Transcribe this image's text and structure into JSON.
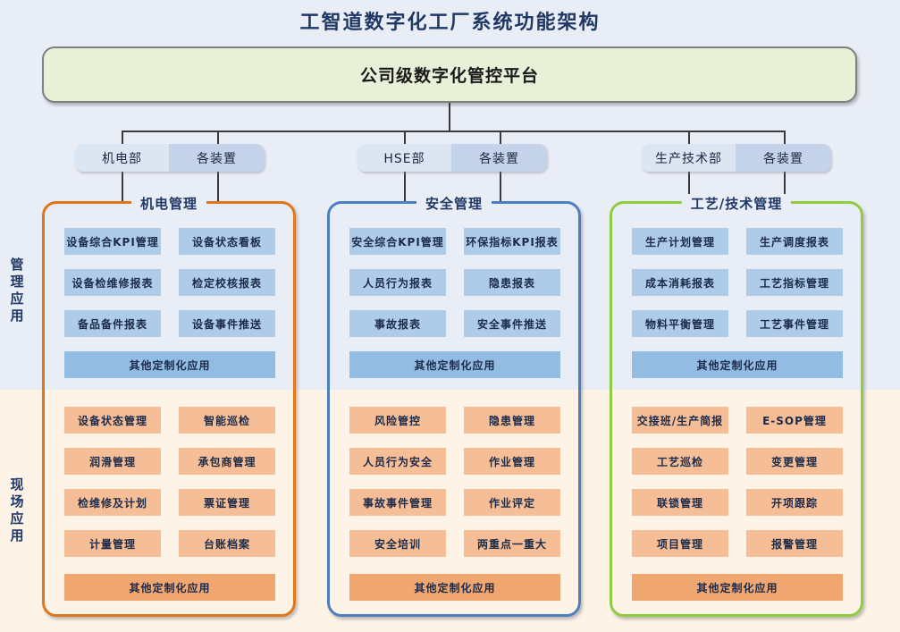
{
  "title": "工智道数字化工厂系统功能架构",
  "platform": {
    "label": "公司级数字化管控平台"
  },
  "side_labels": {
    "management": "管理应用",
    "field": "现场应用"
  },
  "departments": [
    {
      "name": "机电部",
      "devices": "各装置"
    },
    {
      "name": "HSE部",
      "devices": "各装置"
    },
    {
      "name": "生产技术部",
      "devices": "各装置"
    }
  ],
  "columns": [
    {
      "header": "机电管理",
      "accent": "#E0761B",
      "management_apps": [
        "设备综合KPI管理",
        "设备状态看板",
        "设备检维修报表",
        "检定校核报表",
        "备品备件报表",
        "设备事件推送"
      ],
      "management_other": "其他定制化应用",
      "field_apps": [
        "设备状态管理",
        "智能巡检",
        "润滑管理",
        "承包商管理",
        "检维修及计划",
        "票证管理",
        "计量管理",
        "台账档案"
      ],
      "field_other": "其他定制化应用"
    },
    {
      "header": "安全管理",
      "accent": "#4C7EC0",
      "management_apps": [
        "安全综合KPI管理",
        "环保指标KPI报表",
        "人员行为报表",
        "隐患报表",
        "事故报表",
        "安全事件推送"
      ],
      "management_other": "其他定制化应用",
      "field_apps": [
        "风险管控",
        "隐患管理",
        "人员行为安全",
        "作业管理",
        "事故事件管理",
        "作业评定",
        "安全培训",
        "两重点一重大"
      ],
      "field_other": "其他定制化应用"
    },
    {
      "header": "工艺/技术管理",
      "accent": "#90CC3F",
      "management_apps": [
        "生产计划管理",
        "生产调度报表",
        "成本消耗报表",
        "工艺指标管理",
        "物料平衡管理",
        "工艺事件管理"
      ],
      "management_other": "其他定制化应用",
      "field_apps": [
        "交接班/生产简报",
        "E-SOP管理",
        "工艺巡检",
        "变更管理",
        "联锁管理",
        "开项跟踪",
        "项目管理",
        "报警管理"
      ],
      "field_other": "其他定制化应用"
    }
  ],
  "colors": {
    "band_top": "#E9EDF6",
    "band_bottom": "#FDF3E7",
    "title_text": "#1F3864",
    "platform_bg": "#E8F0D8",
    "platform_border": "#7F7F7F",
    "pill_left_bg": "#DCE6F2",
    "pill_right_bg": "#C4D3E9",
    "management_box_bg": "#AECBEA",
    "management_wide_box_bg": "#92BCE2",
    "field_box_bg": "#F6BE96",
    "field_wide_box_bg": "#F0A671",
    "connector_line": "#3A3A3A",
    "column_accents": [
      "#E0761B",
      "#4C7EC0",
      "#90CC3F"
    ]
  }
}
